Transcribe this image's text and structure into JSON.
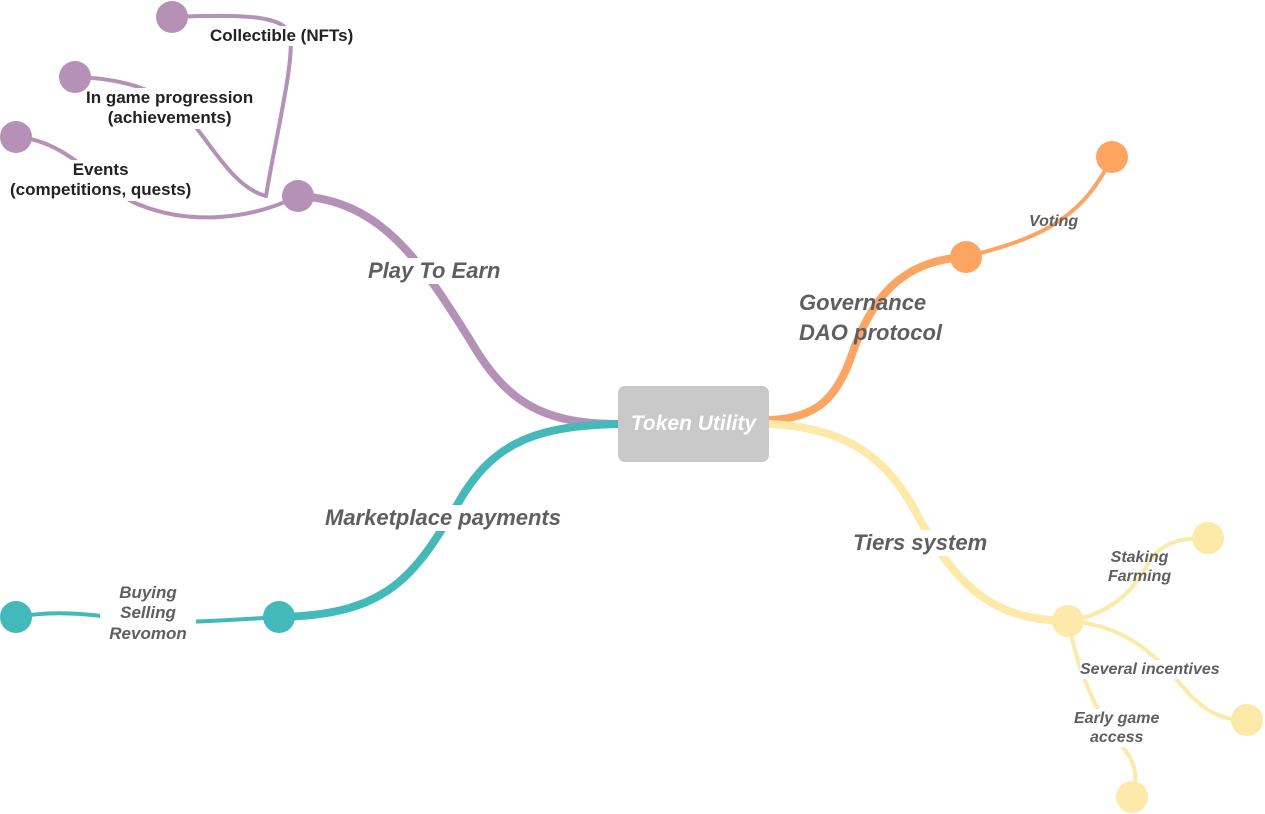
{
  "center": {
    "label": "Token Utility"
  },
  "colors": {
    "purple": "#b590b7",
    "orange": "#fda461",
    "teal": "#43b9b9",
    "yellow": "#fde9a8",
    "center_fill": "#c9c9c9",
    "label_text": "#5f5f5f"
  },
  "branches": {
    "play_to_earn": {
      "label": "Play To Earn",
      "children": {
        "collectible": "Collectible (NFTs)",
        "progression": [
          "In game progression",
          "(achievements)"
        ],
        "events": [
          "Events",
          "(competitions, quests)"
        ]
      }
    },
    "governance": {
      "label": [
        "Governance",
        "DAO protocol"
      ],
      "children": {
        "voting": "Voting"
      }
    },
    "marketplace": {
      "label": "Marketplace payments",
      "children": {
        "trade": [
          "Buying",
          "Selling",
          "Revomon"
        ]
      }
    },
    "tiers": {
      "label": "Tiers system",
      "children": {
        "staking": [
          "Staking",
          "Farming"
        ],
        "incentives": "Several incentives",
        "early_access": [
          "Early game",
          "access"
        ]
      }
    }
  }
}
